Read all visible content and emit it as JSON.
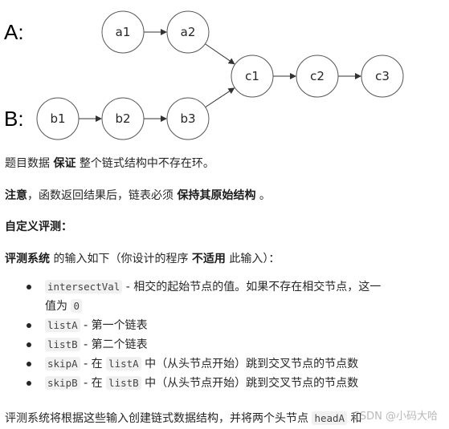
{
  "diagram": {
    "row_labels": [
      "A:",
      "B:"
    ],
    "nodes": [
      "a1",
      "a2",
      "b1",
      "b2",
      "b3",
      "c1",
      "c2",
      "c3"
    ],
    "edges": [
      [
        "a1",
        "a2"
      ],
      [
        "a2",
        "c1"
      ],
      [
        "b1",
        "b2"
      ],
      [
        "b2",
        "b3"
      ],
      [
        "b3",
        "c1"
      ],
      [
        "c1",
        "c2"
      ],
      [
        "c2",
        "c3"
      ]
    ]
  },
  "text": {
    "p1": {
      "a": "题目数据 ",
      "b": "保证",
      "c": " 整个链式结构中不存在环。"
    },
    "p2": {
      "a": "注意",
      "b": "，函数返回结果后，链表必须 ",
      "c": "保持其原始结构",
      "d": " 。"
    },
    "heading": "自定义评测：",
    "p3": {
      "a": "评测系统",
      "b": " 的输入如下（你设计的程序 ",
      "c": "不适用",
      "d": " 此输入）："
    },
    "items": [
      {
        "code": "intersectVal",
        "desc": " - 相交的起始节点的值。如果不存在相交节点，这一",
        "desc2": "值为 ",
        "code2": "0"
      },
      {
        "code": "listA",
        "desc": " - 第一个链表"
      },
      {
        "code": "listB",
        "desc": " - 第二个链表"
      },
      {
        "code": "skipA",
        "desc": " - 在 ",
        "code2": "listA",
        "desc2": " 中（从头节点开始）跳到交叉节点的节点数"
      },
      {
        "code": "skipB",
        "desc": " - 在 ",
        "code2": "listB",
        "desc2": " 中（从头节点开始）跳到交叉节点的节点数"
      }
    ],
    "p4": {
      "a": "评测系统将根据这些输入创建链式数据结构，并将两个头节点 ",
      "code": "headA",
      "b": " 和"
    }
  },
  "watermark": "CSDN @小码大哈"
}
